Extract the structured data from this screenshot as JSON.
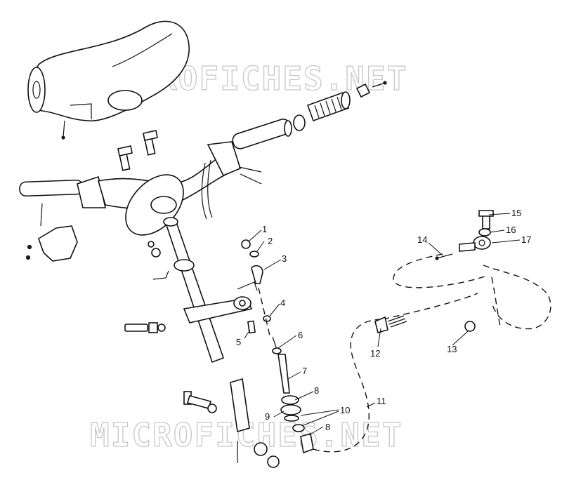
{
  "watermarks": [
    "MICROFICHES.NET",
    "MICROFICHES.NET"
  ],
  "callouts": [
    {
      "id": "c1",
      "label": "1"
    },
    {
      "id": "c2",
      "label": "2"
    },
    {
      "id": "c3",
      "label": "3"
    },
    {
      "id": "c4",
      "label": "4"
    },
    {
      "id": "c5",
      "label": "5"
    },
    {
      "id": "c6",
      "label": "6"
    },
    {
      "id": "c7",
      "label": "7"
    },
    {
      "id": "c8a",
      "label": "8"
    },
    {
      "id": "c8b",
      "label": "8"
    },
    {
      "id": "c9",
      "label": "9"
    },
    {
      "id": "c10",
      "label": "10"
    },
    {
      "id": "c11",
      "label": "11"
    },
    {
      "id": "c12",
      "label": "12"
    },
    {
      "id": "c13",
      "label": "13"
    },
    {
      "id": "c14",
      "label": "14"
    },
    {
      "id": "c15",
      "label": "15"
    },
    {
      "id": "c16",
      "label": "16"
    },
    {
      "id": "c17",
      "label": "17"
    }
  ]
}
